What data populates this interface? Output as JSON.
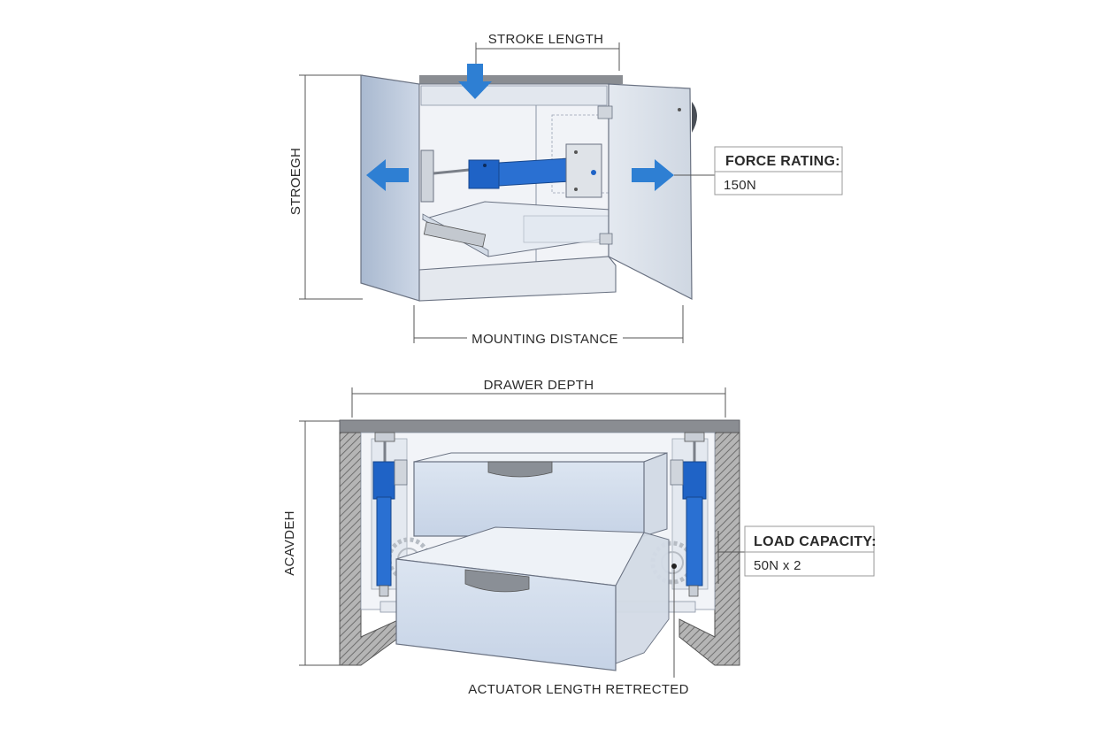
{
  "top_view": {
    "stroke_length_label": "STROKE LENGTH",
    "height_label": "STROEGH",
    "mounting_distance_label": "MOUNTING DISTANCE",
    "callout": {
      "title": "FORCE RATING:",
      "value": "150N"
    }
  },
  "bottom_view": {
    "drawer_depth_label": "DRAWER DEPTH",
    "height_label": "ACAVDEH",
    "actuator_label": "ACTUATOR LENGTH RETRECTED",
    "callout": {
      "title": "LOAD CAPACITY:",
      "value": "50N x 2"
    }
  },
  "colors": {
    "actuator_blue": "#1f63c6",
    "arrow_blue": "#2e7fd3",
    "panel_light": "#e9edf3",
    "side_panel": "#b9c7da",
    "drawer": "#d6e0ee",
    "countertop": "#8a8d92",
    "hatch": "#8b8b8b"
  }
}
